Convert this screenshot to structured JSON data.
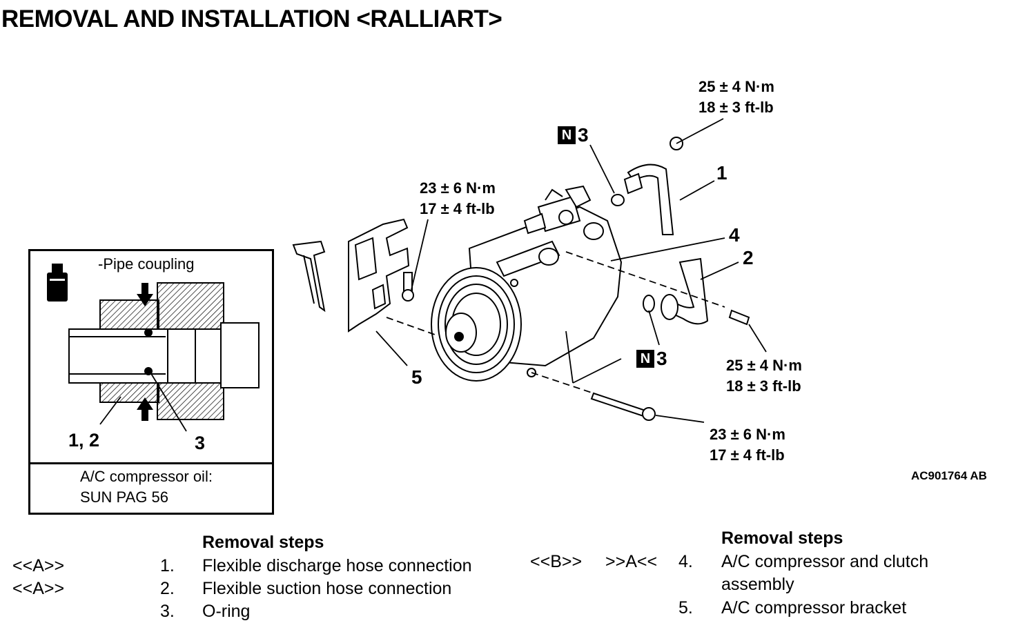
{
  "title": "REMOVAL AND INSTALLATION <RALLIART>",
  "torques": {
    "t1_nm": "25 ± 4 N·m",
    "t1_ftlb": "18 ± 3 ft-lb",
    "t2_nm": "23 ± 6 N·m",
    "t2_ftlb": "17 ± 4 ft-lb",
    "t3_nm": "25 ± 4 N·m",
    "t3_ftlb": "18 ± 3 ft-lb",
    "t4_nm": "23 ± 6 N·m",
    "t4_ftlb": "17 ± 4 ft-lb"
  },
  "callouts": {
    "c1": "1",
    "c2": "2",
    "c4": "4",
    "c5": "5",
    "n_badge": "N",
    "n3_top": "3",
    "n3_mid": "3"
  },
  "figure_code": "AC901764 AB",
  "inset": {
    "caption": "-Pipe coupling",
    "label_12": "1, 2",
    "label_3": "3",
    "oil_line1": "A/C compressor oil:",
    "oil_line2": "SUN PAG 56"
  },
  "steps_left": {
    "header": "Removal steps",
    "rows": [
      {
        "mark": "<<A>>",
        "num": "1.",
        "text": "Flexible discharge hose connection"
      },
      {
        "mark": "<<A>>",
        "num": "2.",
        "text": "Flexible suction hose connection"
      },
      {
        "mark": "",
        "num": "3.",
        "text": "O-ring"
      }
    ]
  },
  "steps_right": {
    "header": "Removal steps",
    "rows": [
      {
        "mark_b": "<<B>>",
        "mark_a": ">>A<<",
        "num": "4.",
        "text": "A/C compressor and clutch",
        "text2": "assembly"
      },
      {
        "num": "5.",
        "text": "A/C compressor bracket"
      }
    ]
  },
  "icons": [
    "oil-can-icon",
    "arrow-down-icon",
    "arrow-up-icon"
  ]
}
